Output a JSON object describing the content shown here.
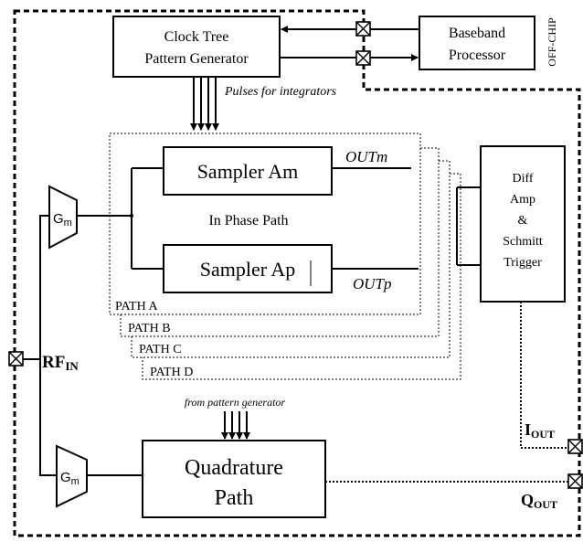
{
  "blocks": {
    "clock_tree": [
      "Clock Tree",
      "Pattern Generator"
    ],
    "baseband": [
      "Baseband",
      "Processor"
    ],
    "off_chip": "OFF-CHIP",
    "pulses_label": "Pulses for integrators",
    "sampler_am": "Sampler Am",
    "sampler_ap": "Sampler Ap",
    "out_m": "OUTm",
    "out_p": "OUTp",
    "in_phase": "In Phase Path",
    "path_a": "PATH A",
    "path_b": "PATH B",
    "path_c": "PATH C",
    "path_d": "PATH D",
    "diff_amp": [
      "Diff",
      "Amp",
      "&",
      "Schmitt",
      "Trigger"
    ],
    "gm": "G",
    "gm_sub": "m",
    "rf_in": "RF",
    "rf_in_sub": "IN",
    "from_pattern": "from pattern generator",
    "quadrature": [
      "Quadrature",
      "Path"
    ],
    "i_out": "I",
    "i_out_sub": "OUT",
    "q_out": "Q",
    "q_out_sub": "OUT"
  }
}
